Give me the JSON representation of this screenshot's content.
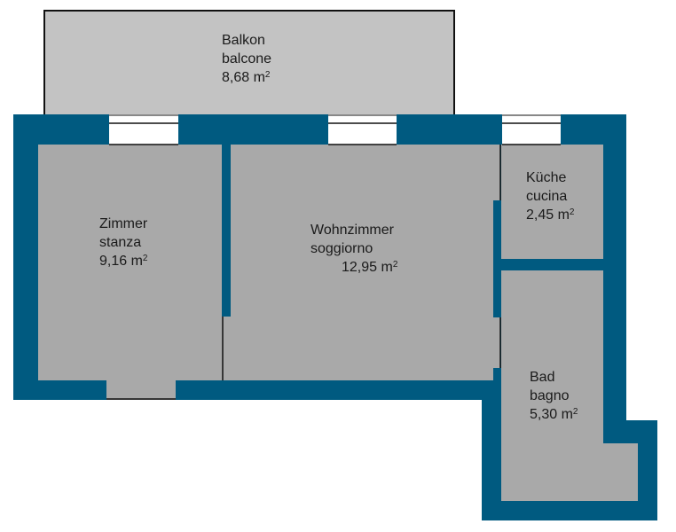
{
  "colors": {
    "wall": "#005a80",
    "room": "#a9a9a9",
    "balcony": "#c3c3c3",
    "window": "#ffffff",
    "line": "#111111"
  },
  "unit": {
    "area": "m",
    "exp": "2"
  },
  "rooms": {
    "balcony": {
      "de": "Balkon",
      "it": "balcone",
      "area": "8,68"
    },
    "bedroom": {
      "de": "Zimmer",
      "it": "stanza",
      "area": "9,16"
    },
    "living": {
      "de": "Wohnzimmer",
      "it": "soggiorno",
      "area": "12,95"
    },
    "kitchen": {
      "de": "Küche",
      "it": "cucina",
      "area": "2,45"
    },
    "bath": {
      "de": "Bad",
      "it": "bagno",
      "area": "5,30"
    }
  }
}
